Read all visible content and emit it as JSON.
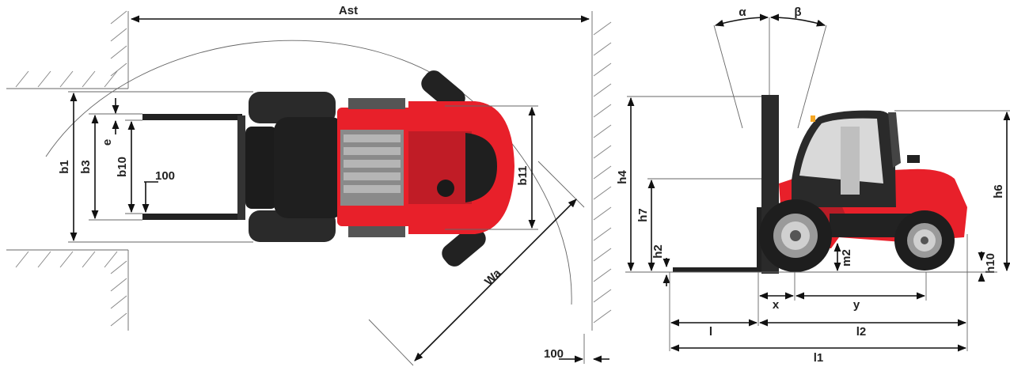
{
  "labels": {
    "ast": "Ast",
    "wa": "Wa",
    "b1": "b1",
    "b3": "b3",
    "b10": "b10",
    "b11": "b11",
    "e": "e",
    "fork_gap": "100",
    "wall_gap": "100",
    "alpha": "α",
    "beta": "β",
    "h4": "h4",
    "h7": "h7",
    "h2": "h2",
    "m2": "m2",
    "h6": "h6",
    "h10": "h10",
    "x": "x",
    "y": "y",
    "l": "l",
    "l2": "l2",
    "l1": "l1"
  },
  "colors": {
    "body_red": "#e8202a",
    "dark_red": "#b81c26",
    "tyre_black": "#222222",
    "grey": "#9a9a9a",
    "glass": "#d9d9d9"
  },
  "icons": {
    "top_view": "forklift-top-view",
    "side_view": "forklift-side-view"
  }
}
